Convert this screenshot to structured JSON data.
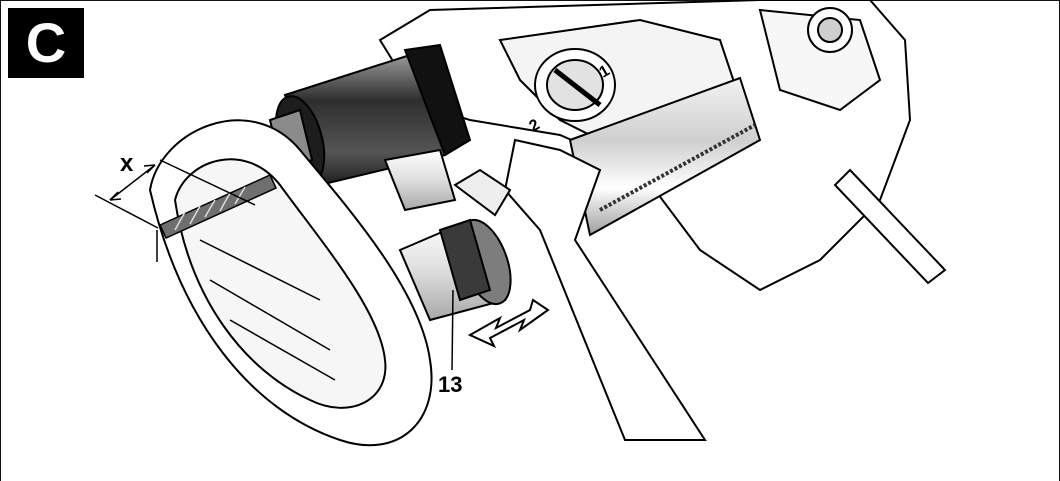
{
  "figure": {
    "panel_letter": "C",
    "labels": {
      "dimension": "x",
      "part_number": "13",
      "selector_mark_1": "1",
      "selector_mark_2": "2"
    },
    "colors": {
      "line": "#000000",
      "metal_dark": "#3a3a3a",
      "metal_light": "#d9d9d9",
      "background": "#ffffff"
    }
  }
}
